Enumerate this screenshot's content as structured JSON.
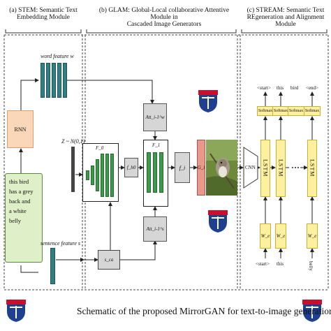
{
  "sections": {
    "stem": {
      "line1": "(a) STEM: Semantic Text",
      "line2": "Embedding Module"
    },
    "glam": {
      "line1": "(b) GLAM: Global-Local collaborative Attentive Module in",
      "line2": "Cascaded Image Generators"
    },
    "stream": {
      "line1": "(c) STREAM: Semantic Text",
      "line2": "REgeneration and Alignment Module"
    }
  },
  "labels": {
    "word_feature": "word feature w",
    "sentence_feature": "sentence feature s",
    "noise": "Z ~ N(0,1)",
    "rnn": "RNN",
    "cnn": "CNN",
    "f_ca": "s_ca",
    "f_h0": "f_h0",
    "f_i": "f_i",
    "g_i": "G_i",
    "f_0": "F_0",
    "f_1": "F_1",
    "att_word": "Att_i-1^w",
    "att_sent": "Att_i-1^s",
    "lstm": "LSTM",
    "softmax": "Softmax",
    "we": "W_e"
  },
  "input_text": [
    "this bird",
    "has a grey",
    "back and",
    "a white",
    "belly"
  ],
  "stream_top": [
    "<start>",
    "this",
    "bird",
    "<end>"
  ],
  "stream_bottom": [
    "<start>",
    "this",
    "belly"
  ],
  "caption": "Schematic of the proposed MirrorGAN for text-to-image generation.",
  "colors": {
    "teal": "#2f7f83",
    "green": "#3d9a4a",
    "rnn": "#f9d7b8",
    "text_box": "#dff0c8",
    "lstm": "#fff0a0",
    "seal_red": "#c8102e",
    "seal_blue": "#1f3f8f"
  }
}
